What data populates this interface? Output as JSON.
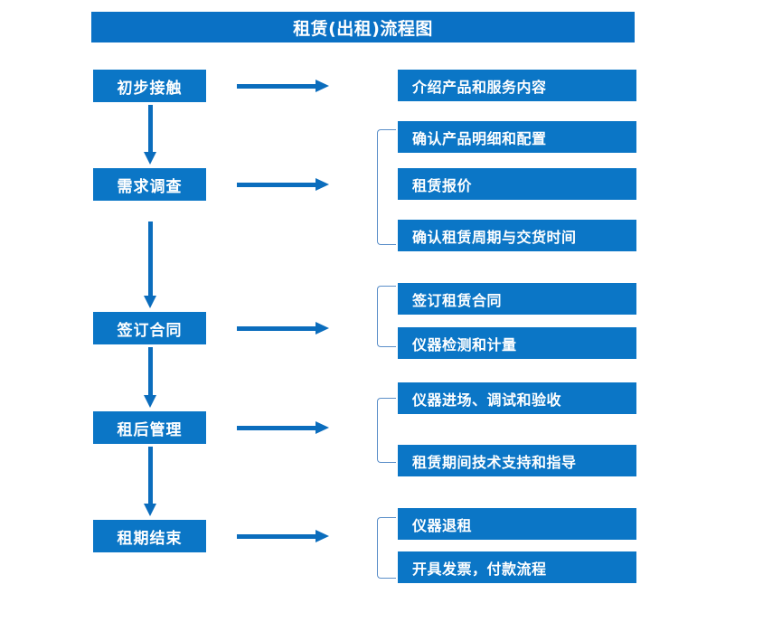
{
  "diagram": {
    "type": "flowchart",
    "title": "租赁(出租)流程图",
    "colors": {
      "title_bar": "#0a71c5",
      "box_fill": "#0b76c6",
      "box_text": "#ffffff",
      "arrow": "#0b6dbd",
      "bracket": "#5b8fc9",
      "background": "#ffffff"
    },
    "stages": [
      {
        "id": "stage-1",
        "label": "初步接触",
        "details": [
          "介绍产品和服务内容"
        ],
        "has_bracket": false
      },
      {
        "id": "stage-2",
        "label": "需求调查",
        "details": [
          "确认产品明细和配置",
          "租赁报价",
          "确认租赁周期与交货时间"
        ],
        "has_bracket": true
      },
      {
        "id": "stage-3",
        "label": "签订合同",
        "details": [
          "签订租赁合同",
          "仪器检测和计量"
        ],
        "has_bracket": true
      },
      {
        "id": "stage-4",
        "label": "租后管理",
        "details": [
          "仪器进场、调试和验收",
          "租赁期间技术支持和指导"
        ],
        "has_bracket": true
      },
      {
        "id": "stage-5",
        "label": "租期结束",
        "details": [
          "仪器退租",
          "开具发票，付款流程"
        ],
        "has_bracket": true
      }
    ],
    "detail_boxes": [
      {
        "text": "介绍产品和服务内容",
        "group": 1
      },
      {
        "text": "确认产品明细和配置",
        "group": 2
      },
      {
        "text": "租赁报价",
        "group": 2
      },
      {
        "text": "确认租赁周期与交货时间",
        "group": 2
      },
      {
        "text": "签订租赁合同",
        "group": 3
      },
      {
        "text": "仪器检测和计量",
        "group": 3
      },
      {
        "text": "仪器进场、调试和验收",
        "group": 4
      },
      {
        "text": "租赁期间技术支持和指导",
        "group": 4
      },
      {
        "text": "仪器退租",
        "group": 5
      },
      {
        "text": "开具发票，付款流程",
        "group": 5
      }
    ]
  }
}
